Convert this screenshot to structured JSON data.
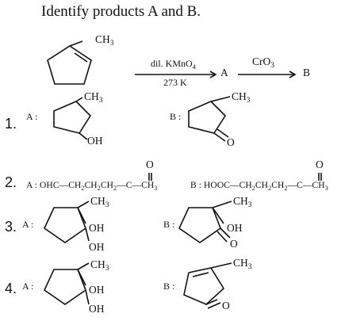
{
  "question": "Identify products A and B.",
  "reaction": {
    "reactant_substituent": "CH3",
    "reagent1_top": "dil. KMnO4",
    "reagent1_bottom": "273 K",
    "intermediate": "A",
    "reagent2_top": "CrO3",
    "product": "B"
  },
  "options": [
    {
      "number": "1.",
      "a_label": "A :",
      "a_groups": [
        "CH3",
        "OH"
      ],
      "b_label": "B :",
      "b_groups": [
        "CH3",
        "O"
      ]
    },
    {
      "number": "2.",
      "a_text": "A : OHC—CH2CH2CH2—C—CH3",
      "a_carbonyl": "O",
      "b_text": "B : HOOC—CH2CH2CH2—C—CH3",
      "b_carbonyl": "O"
    },
    {
      "number": "3.",
      "a_label": "A :",
      "a_groups": [
        "CH3",
        "OH",
        "OH"
      ],
      "b_label": "B :",
      "b_groups": [
        "CH3",
        "OH",
        "O"
      ]
    },
    {
      "number": "4.",
      "a_label": "A :",
      "a_groups": [
        "CH3",
        "OH",
        "OH"
      ],
      "b_label": "B :",
      "b_groups": [
        "CH3",
        "O"
      ]
    }
  ]
}
